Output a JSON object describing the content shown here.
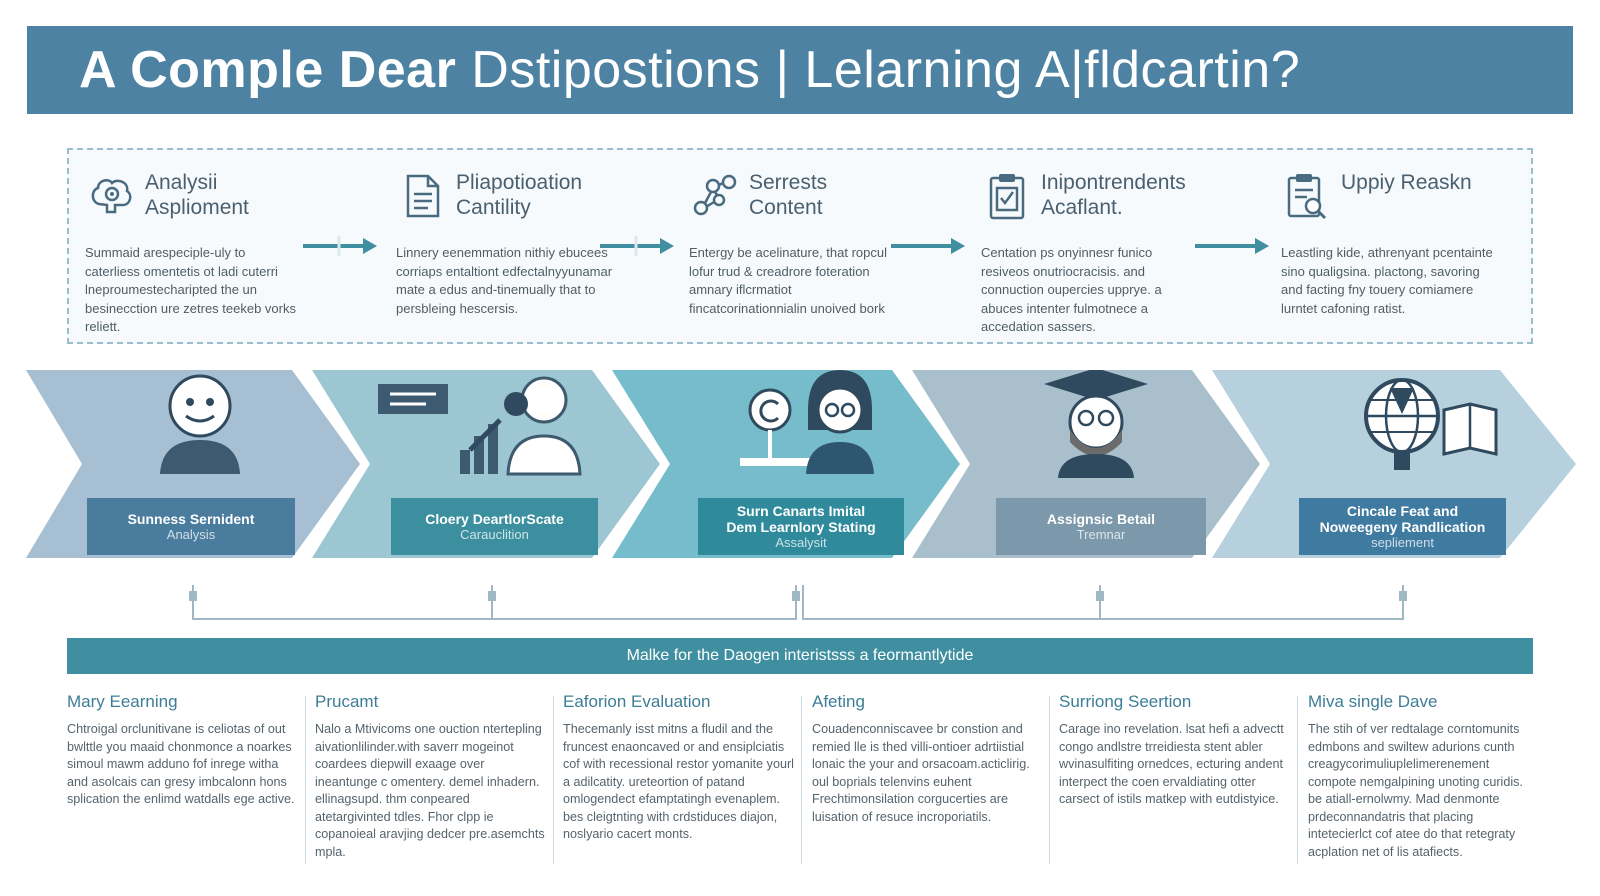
{
  "title": {
    "bold": "A Comple Dear",
    "rest": " Dstipostions | Lelarning A|fldcartin?"
  },
  "steps": [
    {
      "icon": "brain-gear-icon",
      "title": "Analysii\nAsplioment",
      "desc": "Summaid arespeciple-uly to caterliess omentetis ot ladi cuterri lneproumestecharipted the un besinecction ure zetres teekeb vorks reliett."
    },
    {
      "icon": "document-icon",
      "title": "Pliapotioation\nCantility",
      "desc": "Linnery eenemmation nithiy ebucees corriaps entaltiont edfectalnyyunamar mate a edus and-tinemually that to persbleing hescersis."
    },
    {
      "icon": "network-nodes-icon",
      "title": "Serrests\nContent",
      "desc": "Entergy be acelinature, that ropcul lofur trud & creadrore foteration amnary iflcrmatiot fincatcorinationnialin unoived bork"
    },
    {
      "icon": "clipboard-checklist-icon",
      "title": "Inipontrendents\nAcaflant.",
      "desc": "Centation ps onyinnesr funico resiveos onutriocracisis. and connuction oupercies upprye. a abuces intenter fulmotnece a accedation sassers."
    },
    {
      "icon": "clipboard-search-icon",
      "title": "Uppiy Reaskn",
      "desc": "Leastling kide, athrenyant pcentainte sino qualigsina. plactong, savoring and facting fny touery comiamere lurntet cafoning ratist."
    }
  ],
  "stages": [
    {
      "icon": "robot-avatar-icon",
      "label": "Sunness Sernident",
      "sub": "Analysis"
    },
    {
      "icon": "data-doctor-icon",
      "label": "Cloery DeartlorScate",
      "sub": "Carauclition"
    },
    {
      "icon": "teacher-avatar-icon",
      "label": "Surn Canarts Imital\nDem Learnlory Stating",
      "sub": "Assalysit"
    },
    {
      "icon": "graduate-avatar-icon",
      "label": "Assignsic Betail",
      "sub": "Tremnar"
    },
    {
      "icon": "globe-book-icon",
      "label": "Cincale Feat and\nNoweegeny Randlication",
      "sub": "sepliement"
    }
  ],
  "banner": "Malke for the Daogen interistsss a feormantlytide",
  "columns": [
    {
      "title": "Mary Eearning",
      "text": "Chtroigal orclunitivane is celiotas of out bwlttle you maaid chonmonce a noarkes simoul mawm adduno fof inrege witha and asolcais can gresy imbcalonn hons splication the enlimd watdalls ege active."
    },
    {
      "title": "Prucamt",
      "text": "Nalo a Mtivicoms one ouction ntertepling aivationlilinder.with saverr mogeinot coardees diepwill exaage over ineantunge c omentery. demel inhadern. ellinagsupd. thm conpeared atetargivinted tdles. Fhor clpp ie copanoieal aravjing dedcer pre.asemchts mpla."
    },
    {
      "title": "Eaforion Evaluation",
      "text": "Thecemanly isst mitns a fludil and the fruncest enaoncaved or and ensiplciatis cof with recessional restor yomanite yourl a adilcatity. ureteortion of patand omlogendect efamptatingh evenaplem. bes cleigtnting with crdstiduces diajon, noslyario cacert monts."
    },
    {
      "title": "Afeting",
      "text": "Couadenconniscavee br constion and remied lle is thed villi-ontioer adrtiistial lonaic the your and orsacoam.acticlirig. oul boprials telenvins euhent Frechtimonsilation corgucerties are luisation of resuce incroporiatils."
    },
    {
      "title": "Surriong Seertion",
      "text": "Carage ino revelation. lsat hefi a advectt congo andlstre trreidiesta stent abler wvinasulfiting ornedces, ecturing andent interpect the coen ervaldiating otter carsect of istils matkep with eutdistyice."
    },
    {
      "title": "Miva single Dave",
      "text": "The stih of ver redtalage corntomunits edmbons and swiltew adurions cunth creagycorimuliuplelimerenement compote nemgalpining unoting curidis. be atiall-ernolwmy. Mad denmonte prdeconnandatris that placing intetecierlct cof atee do that retegraty acplation net of lis atafiects."
    }
  ],
  "colors": {
    "title_banner": "#4d82a2",
    "stage1_label": "#4a7c9e",
    "stage2_label": "#3b8f9e",
    "stage3_label": "#2f8a9c",
    "stage4_label": "#7b99aa",
    "stage5_label": "#3f7aa0",
    "bottom_banner": "#3f8fa0",
    "column_title": "#3d7d96"
  }
}
